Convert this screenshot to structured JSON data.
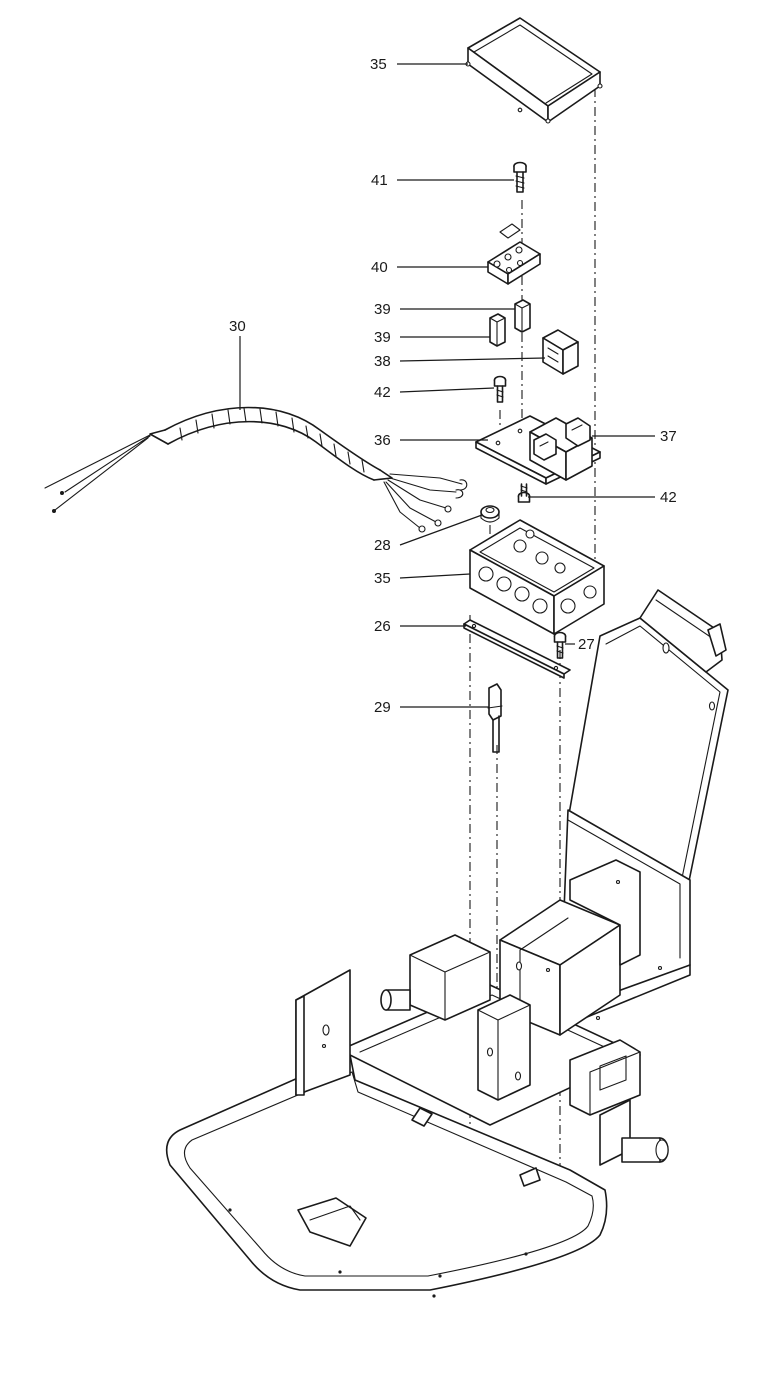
{
  "callouts": [
    {
      "id": "35",
      "label": "35"
    },
    {
      "id": "41",
      "label": "41"
    },
    {
      "id": "40",
      "label": "40"
    },
    {
      "id": "39a",
      "label": "39"
    },
    {
      "id": "39b",
      "label": "39"
    },
    {
      "id": "38",
      "label": "38"
    },
    {
      "id": "30",
      "label": "30"
    },
    {
      "id": "42a",
      "label": "42"
    },
    {
      "id": "36",
      "label": "36"
    },
    {
      "id": "37",
      "label": "37"
    },
    {
      "id": "42b",
      "label": "42"
    },
    {
      "id": "28",
      "label": "28"
    },
    {
      "id": "35b",
      "label": "35"
    },
    {
      "id": "26",
      "label": "26"
    },
    {
      "id": "27",
      "label": "27"
    },
    {
      "id": "29",
      "label": "29"
    }
  ]
}
